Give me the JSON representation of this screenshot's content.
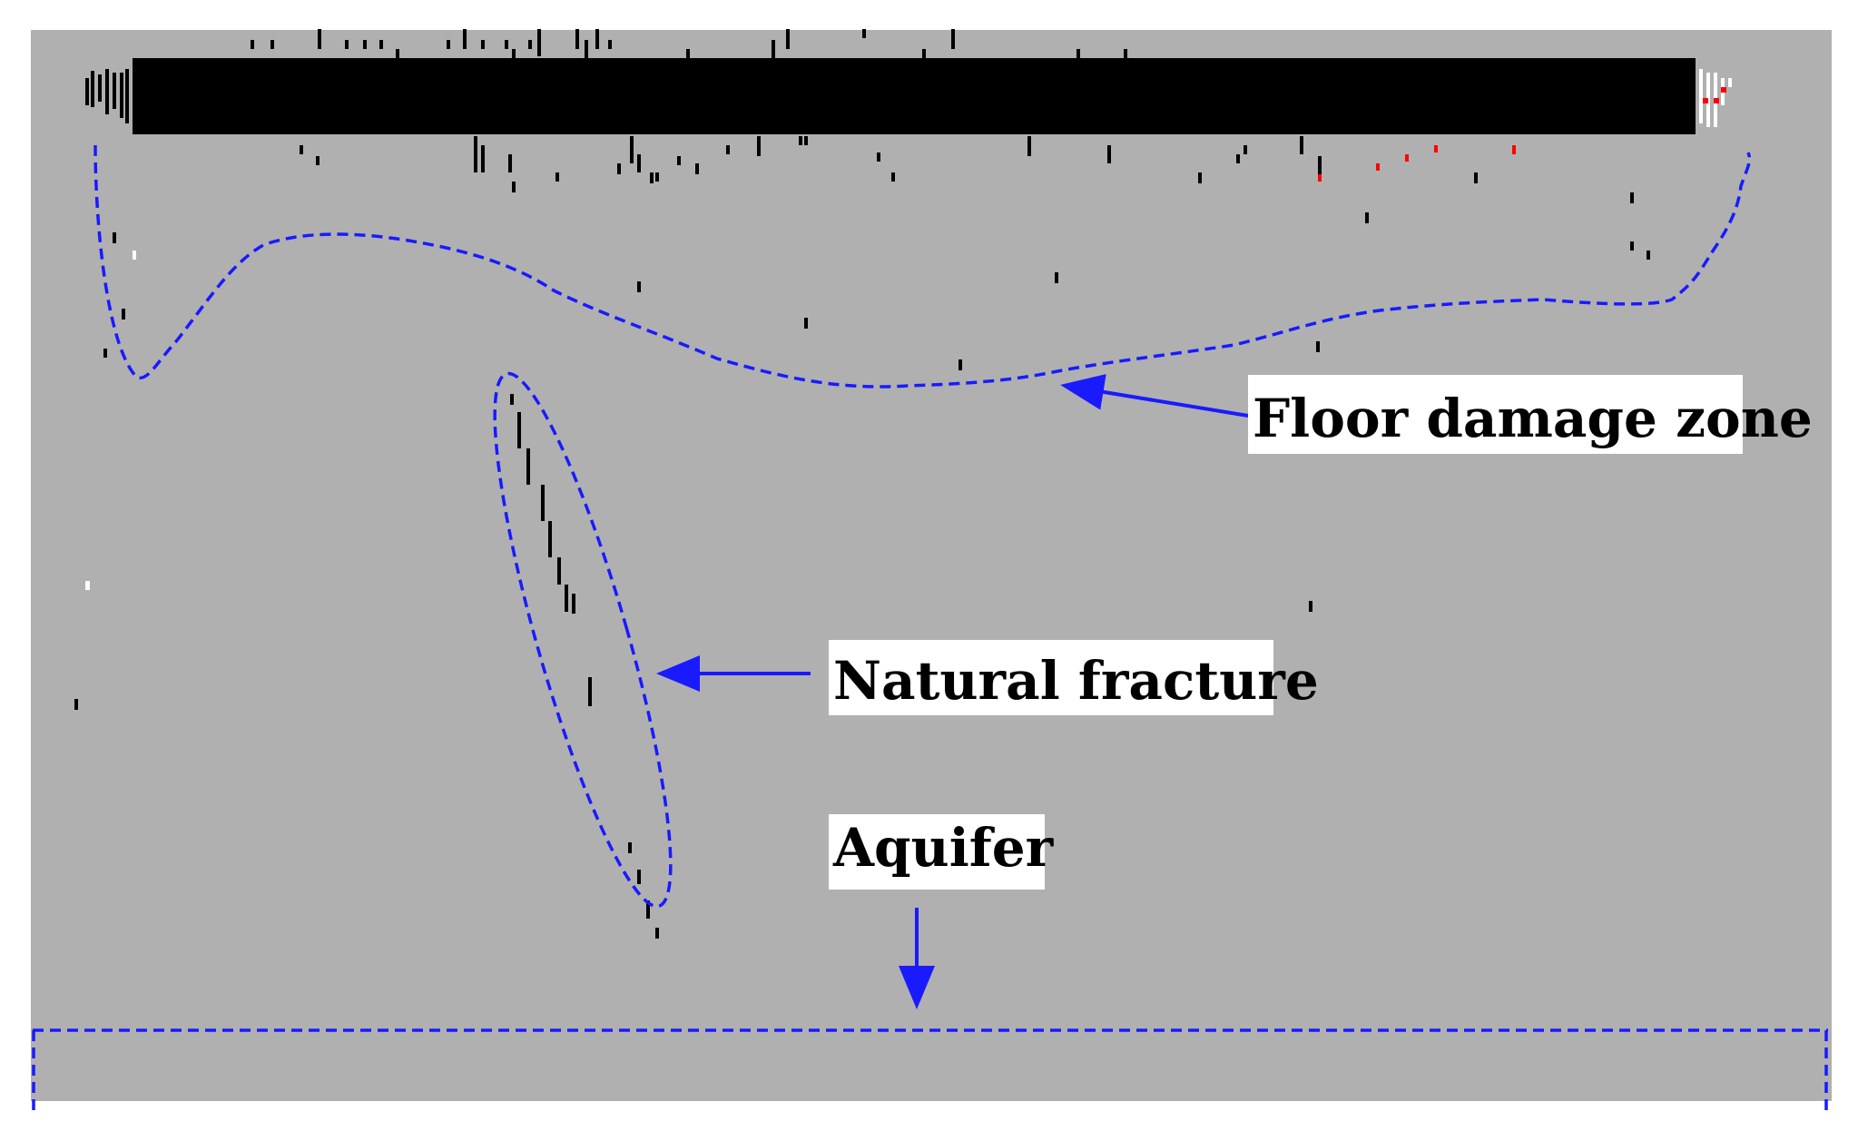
{
  "labels": {
    "floor_damage_zone": "Floor damage zone",
    "natural_fracture": "Natural fracture",
    "aquifer": "Aquifer"
  },
  "colors": {
    "rock_mass": "#b0b0b0",
    "goaf": "#000000",
    "failure_tension": "#000000",
    "failure_shear": "#ff0000",
    "failure_white": "#ffffff",
    "annotation": "#1a1aff",
    "label_bg": "#ffffff",
    "label_text": "#000000"
  }
}
